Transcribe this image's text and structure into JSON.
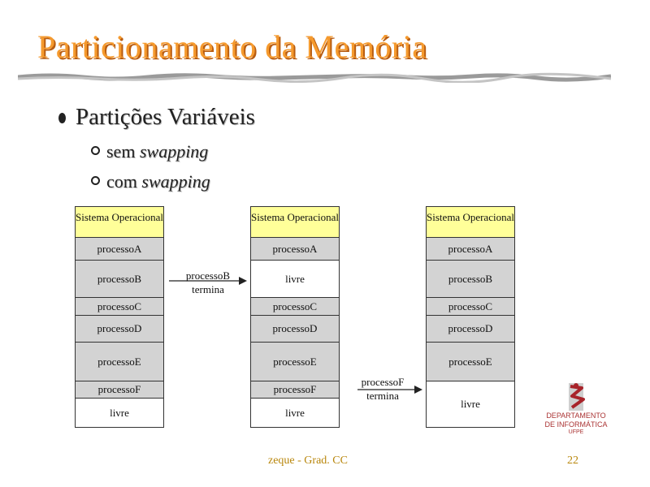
{
  "slide": {
    "title": "Particionamento da Memória",
    "bullet_main": "Partições Variáveis",
    "sub_bullets": [
      {
        "prefix": "sem ",
        "emph": "swapping"
      },
      {
        "prefix": "com ",
        "emph": "swapping"
      }
    ]
  },
  "diagram": {
    "columns": [
      {
        "cells": [
          {
            "label": "Sistema Operacional",
            "kind": "os"
          },
          {
            "label": "processoA",
            "kind": "gray"
          },
          {
            "label": "processoB",
            "kind": "gray"
          },
          {
            "label": "processoC",
            "kind": "gray"
          },
          {
            "label": "processoD",
            "kind": "gray"
          },
          {
            "label": "processoE",
            "kind": "gray"
          },
          {
            "label": "processoF",
            "kind": "gray"
          },
          {
            "label": "livre",
            "kind": "white"
          }
        ]
      },
      {
        "cells": [
          {
            "label": "Sistema Operacional",
            "kind": "os"
          },
          {
            "label": "processoA",
            "kind": "gray"
          },
          {
            "label": "livre",
            "kind": "white"
          },
          {
            "label": "processoC",
            "kind": "gray"
          },
          {
            "label": "processoD",
            "kind": "gray"
          },
          {
            "label": "processoE",
            "kind": "gray"
          },
          {
            "label": "processoF",
            "kind": "gray"
          },
          {
            "label": "livre",
            "kind": "white"
          }
        ]
      },
      {
        "cells": [
          {
            "label": "Sistema Operacional",
            "kind": "os"
          },
          {
            "label": "processoA",
            "kind": "gray"
          },
          {
            "label": "processoB",
            "kind": "gray"
          },
          {
            "label": "processoC",
            "kind": "gray"
          },
          {
            "label": "processoD",
            "kind": "gray"
          },
          {
            "label": "processoE",
            "kind": "gray"
          },
          {
            "label": "livre",
            "kind": "white"
          }
        ]
      }
    ],
    "transitions": [
      {
        "line1": "processoB",
        "line2": "termina"
      },
      {
        "line1": "processoF",
        "line2": "termina"
      }
    ]
  },
  "footer": {
    "author": "zeque - Grad. CC",
    "page": "22"
  },
  "logo": {
    "line1": "DEPARTAMENTO",
    "line2": "DE INFORMÁTICA",
    "line3": "UFPE"
  },
  "colors": {
    "title": "#f59a2e",
    "os_cell": "#ffff99",
    "process_cell": "#d3d3d3",
    "free_cell": "#ffffff",
    "footer": "#b8860b"
  }
}
